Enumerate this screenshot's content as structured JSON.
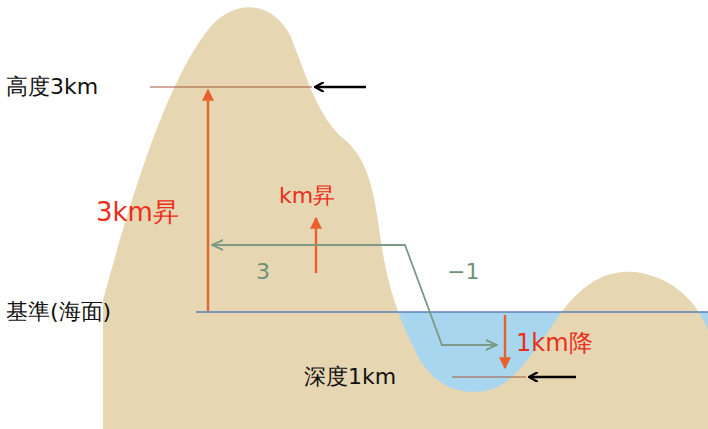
{
  "diagram": {
    "labels": [
      "高度3km",
      "3km昇",
      "km昇",
      "3",
      "−1",
      "基準(海面)",
      "1km降",
      "深度1km"
    ]
  }
}
